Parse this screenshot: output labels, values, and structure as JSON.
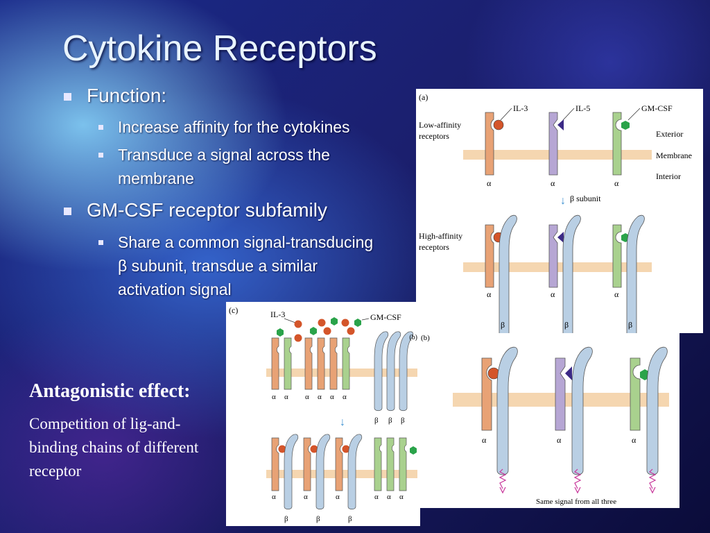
{
  "slide": {
    "title": "Cytokine Receptors",
    "bullets": {
      "function_heading": "Function:",
      "function_1": "Increase affinity for the cytokines",
      "function_2_line1": "Transduce a signal across the",
      "function_2_line2": "membrane",
      "gmcsf_heading": "GM-CSF receptor subfamily",
      "gmcsf_1_line1": "Share a common signal-transducing",
      "gmcsf_1_line2": "β subunit, transdue a similar",
      "gmcsf_1_line3": "activation signal"
    },
    "antagonistic": {
      "heading": "Antagonistic effect:",
      "text": "Competition of lig-and-binding chains of different receptor"
    }
  },
  "figure_a": {
    "panel_label": "(a)",
    "low_affinity": "Low-affinity receptors",
    "high_affinity": "High-affinity receptors",
    "il3": "IL-3",
    "il5": "IL-5",
    "gmcsf": "GM-CSF",
    "exterior": "Exterior",
    "membrane": "Membrane",
    "interior": "Interior",
    "beta_subunit": "β subunit",
    "alpha": "α",
    "beta": "β"
  },
  "figure_b": {
    "panel_label": "(b)",
    "caption": "Same signal from all three",
    "alpha": "α"
  },
  "figure_c": {
    "panel_label": "(c)",
    "il3": "IL-3",
    "gmcsf": "GM-CSF",
    "alpha": "α",
    "beta": "β"
  },
  "colors": {
    "il3_chain": "#e8a275",
    "il5_chain": "#b6a6d4",
    "gmcsf_chain": "#a9d18e",
    "beta_chain": "#b9cfe4",
    "membrane": "#f5d6b0",
    "il3_ligand": "#d4552a",
    "il5_ligand": "#3c2a86",
    "gmcsf_ligand": "#2aa34a",
    "signal": "#c8359a"
  }
}
